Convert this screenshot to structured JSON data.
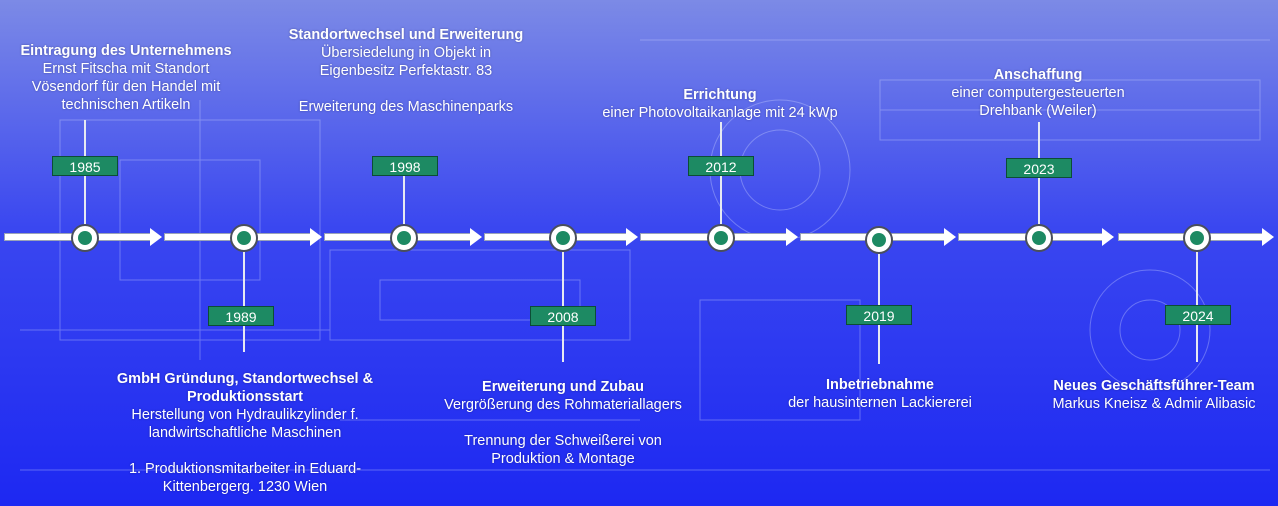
{
  "events": [
    {
      "year": "1985",
      "title": "Eintragung des Unternehmens",
      "lines": [
        "Ernst Fitscha mit Standort",
        "Vösendorf für den Handel mit",
        "technischen Artikeln"
      ]
    },
    {
      "year": "1989",
      "title": "GmbH Gründung, Standortwechsel & Produktionsstart",
      "lines": [
        "Herstellung von Hydraulikzylinder f.",
        "landwirtschaftliche Maschinen"
      ],
      "extra": [
        "1. Produktionsmitarbeiter in Eduard-",
        "Kittenbergerg. 1230 Wien"
      ]
    },
    {
      "year": "1998",
      "title": "Standortwechsel und Erweiterung",
      "lines": [
        "Übersiedelung in Objekt in",
        "Eigenbesitz Perfektastr. 83"
      ],
      "extra": [
        "Erweiterung des Maschinenparks"
      ]
    },
    {
      "year": "2008",
      "title": "Erweiterung und Zubau",
      "lines": [
        "Vergrößerung des Rohmateriallagers"
      ],
      "extra": [
        "Trennung der Schweißerei von",
        "Produktion & Montage"
      ]
    },
    {
      "year": "2012",
      "title": "Errichtung",
      "lines": [
        "einer Photovoltaikanlage mit 24 kWp"
      ]
    },
    {
      "year": "2019",
      "title": "Inbetriebnahme",
      "lines": [
        "der hausinternen Lackiererei"
      ]
    },
    {
      "year": "2023",
      "title": "Anschaffung",
      "lines": [
        "einer computergesteuerten",
        "Drehbank (Weiler)"
      ]
    },
    {
      "year": "2024",
      "title": "Neues Geschäftsführer-Team",
      "lines": [
        "Markus Kneisz & Admir Alibasic"
      ]
    }
  ],
  "colors": {
    "node_fill": "#1d8a63",
    "year_badge": "#1d8a63",
    "background": "#1d28f2"
  }
}
